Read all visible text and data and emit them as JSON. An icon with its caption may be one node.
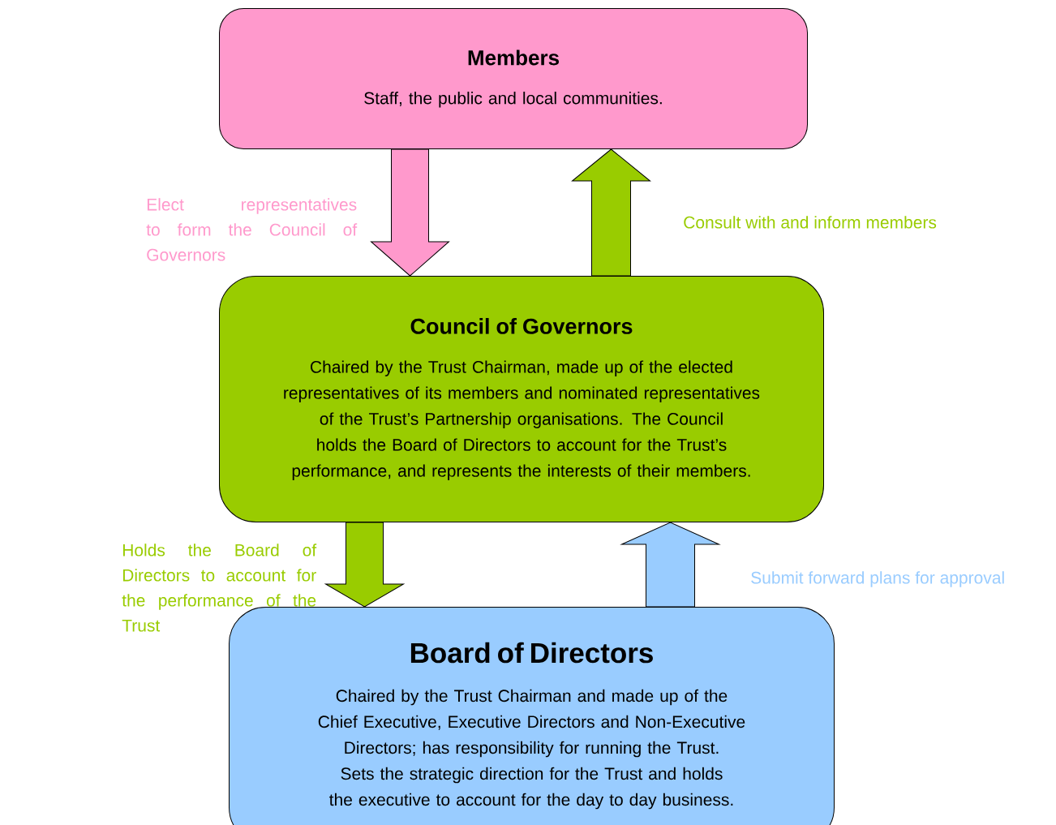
{
  "diagram": {
    "nodes": [
      {
        "text": [
          "Members",
          "Staff, the public and local communities."
        ]
      },
      {
        "text": [
          "Council of Governors",
          "Chaired by the Trust Chairman, made up of the elected representatives of its members and nominated representatives of the Trust’s Partnership organisations. The Council holds the Board of Directors to account for the Trust’s performance, and represents the interests of their members."
        ]
      },
      {
        "text": [
          "Board of Directors",
          "Chaired by the Trust Chairman and made up of the Chief Executive, Executive Directors and Non-Executive Directors; has responsibility for running the Trust. Sets the strategic direction for the Trust and holds the executive to account for the day to day business."
        ]
      }
    ],
    "edges": [
      {
        "from": 0,
        "to": 1,
        "arrow": "to",
        "label": "Elect representatives to form the Council of Governors",
        "color": "#ff99cc"
      },
      {
        "from": 1,
        "to": 0,
        "arrow": "to",
        "label": "Consult with and inform members",
        "color": "#99cc00"
      },
      {
        "from": 1,
        "to": 2,
        "arrow": "to",
        "label": "Holds the Board of Directors to account for the performance of the Trust",
        "color": "#99cc00"
      },
      {
        "from": 2,
        "to": 1,
        "arrow": "to",
        "label": "Submit forward plans for approval",
        "color": "#99ccff"
      }
    ]
  }
}
